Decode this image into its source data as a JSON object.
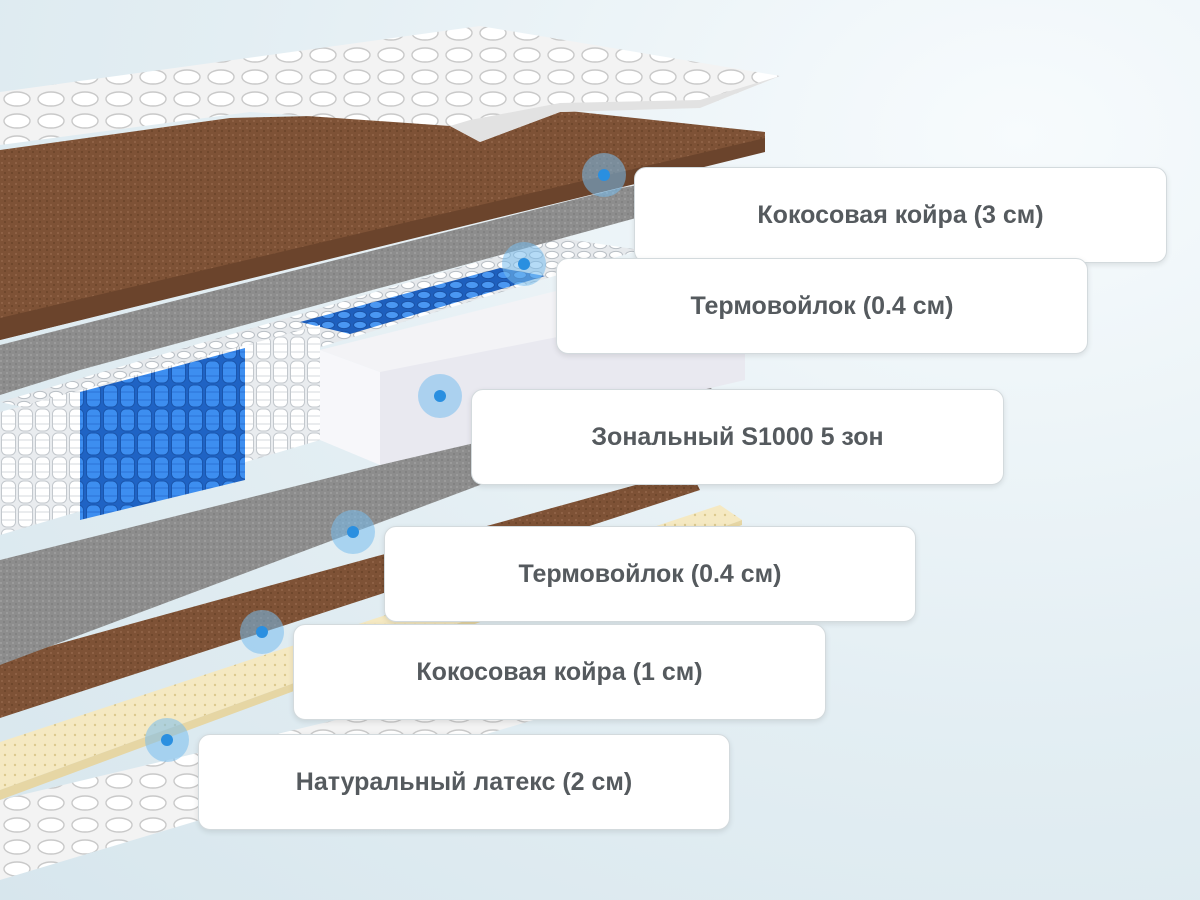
{
  "layers": [
    {
      "id": "coconut-top",
      "label": "Кокосовая койра (3 см)"
    },
    {
      "id": "felt-top",
      "label": "Термовойлок (0.4 см)"
    },
    {
      "id": "springs",
      "label": "Зональный S1000 5 зон"
    },
    {
      "id": "felt-bottom",
      "label": "Термовойлок (0.4 см)"
    },
    {
      "id": "coconut-bottom",
      "label": "Кокосовая койра (1 см)"
    },
    {
      "id": "latex",
      "label": "Натуральный латекс (2 см)"
    }
  ],
  "colors": {
    "cover": "#f2f2f2",
    "coconut": "#8a5a3e",
    "felt": "#8b8b8b",
    "spring_white": "#ffffff",
    "spring_blue": "#2f7ee0",
    "latex": "#f4e7bd",
    "marker": "#2a8fe0"
  }
}
